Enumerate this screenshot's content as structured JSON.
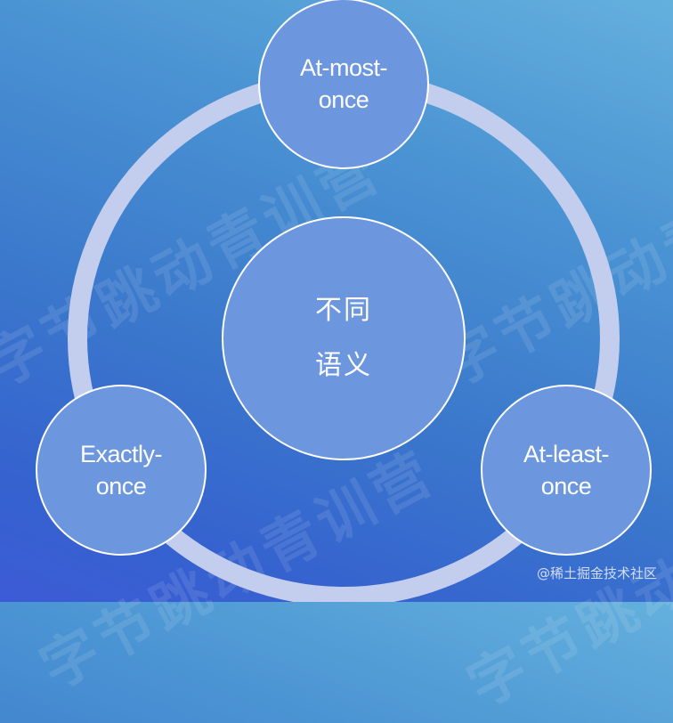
{
  "diagram": {
    "center": {
      "lines": [
        "不同",
        "语义"
      ]
    },
    "nodes": [
      {
        "id": "at-most-once",
        "lines": [
          "At-most-",
          "once"
        ]
      },
      {
        "id": "exactly-once",
        "lines": [
          "Exactly-",
          "once"
        ]
      },
      {
        "id": "at-least-once",
        "lines": [
          "At-least-",
          "once"
        ]
      }
    ]
  },
  "watermark": {
    "text": "字节跳动青训营"
  },
  "credit": {
    "text": "@稀土掘金技术社区"
  },
  "colors": {
    "node_fill": "#6c97df",
    "node_border": "#ffffff",
    "ring": "#c3cdee",
    "bg_top_right": "#64b0dd",
    "bg_bottom_left": "#3d5bd6"
  }
}
